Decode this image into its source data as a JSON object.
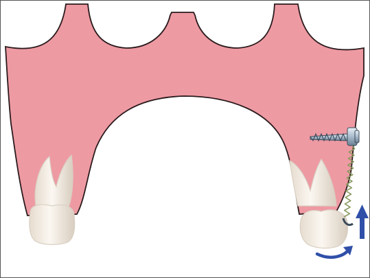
{
  "image": {
    "kind": "orthodontic-diagram",
    "elements": [
      "gum-tissue",
      "left-molar",
      "right-molar",
      "bone-screw",
      "coil-spring",
      "rotation-arrow",
      "upward-arrow"
    ]
  },
  "colors": {
    "background": "#ffffff",
    "gum_fill": "#ee9aa3",
    "gum_outline": "#2a1a1c",
    "tooth_fill": "#f8f2ea",
    "tooth_shade": "#d9cfc2",
    "screw_metal": "#b9c9d8",
    "screw_dark": "#3c4a5a",
    "spring": "#8a9a60",
    "arrow": "#2f4fa8"
  },
  "icons": {
    "screw": "bone-screw-icon",
    "spring": "coil-spring-icon",
    "rotation": "curved-arrow-icon",
    "upward": "up-arrow-icon"
  }
}
